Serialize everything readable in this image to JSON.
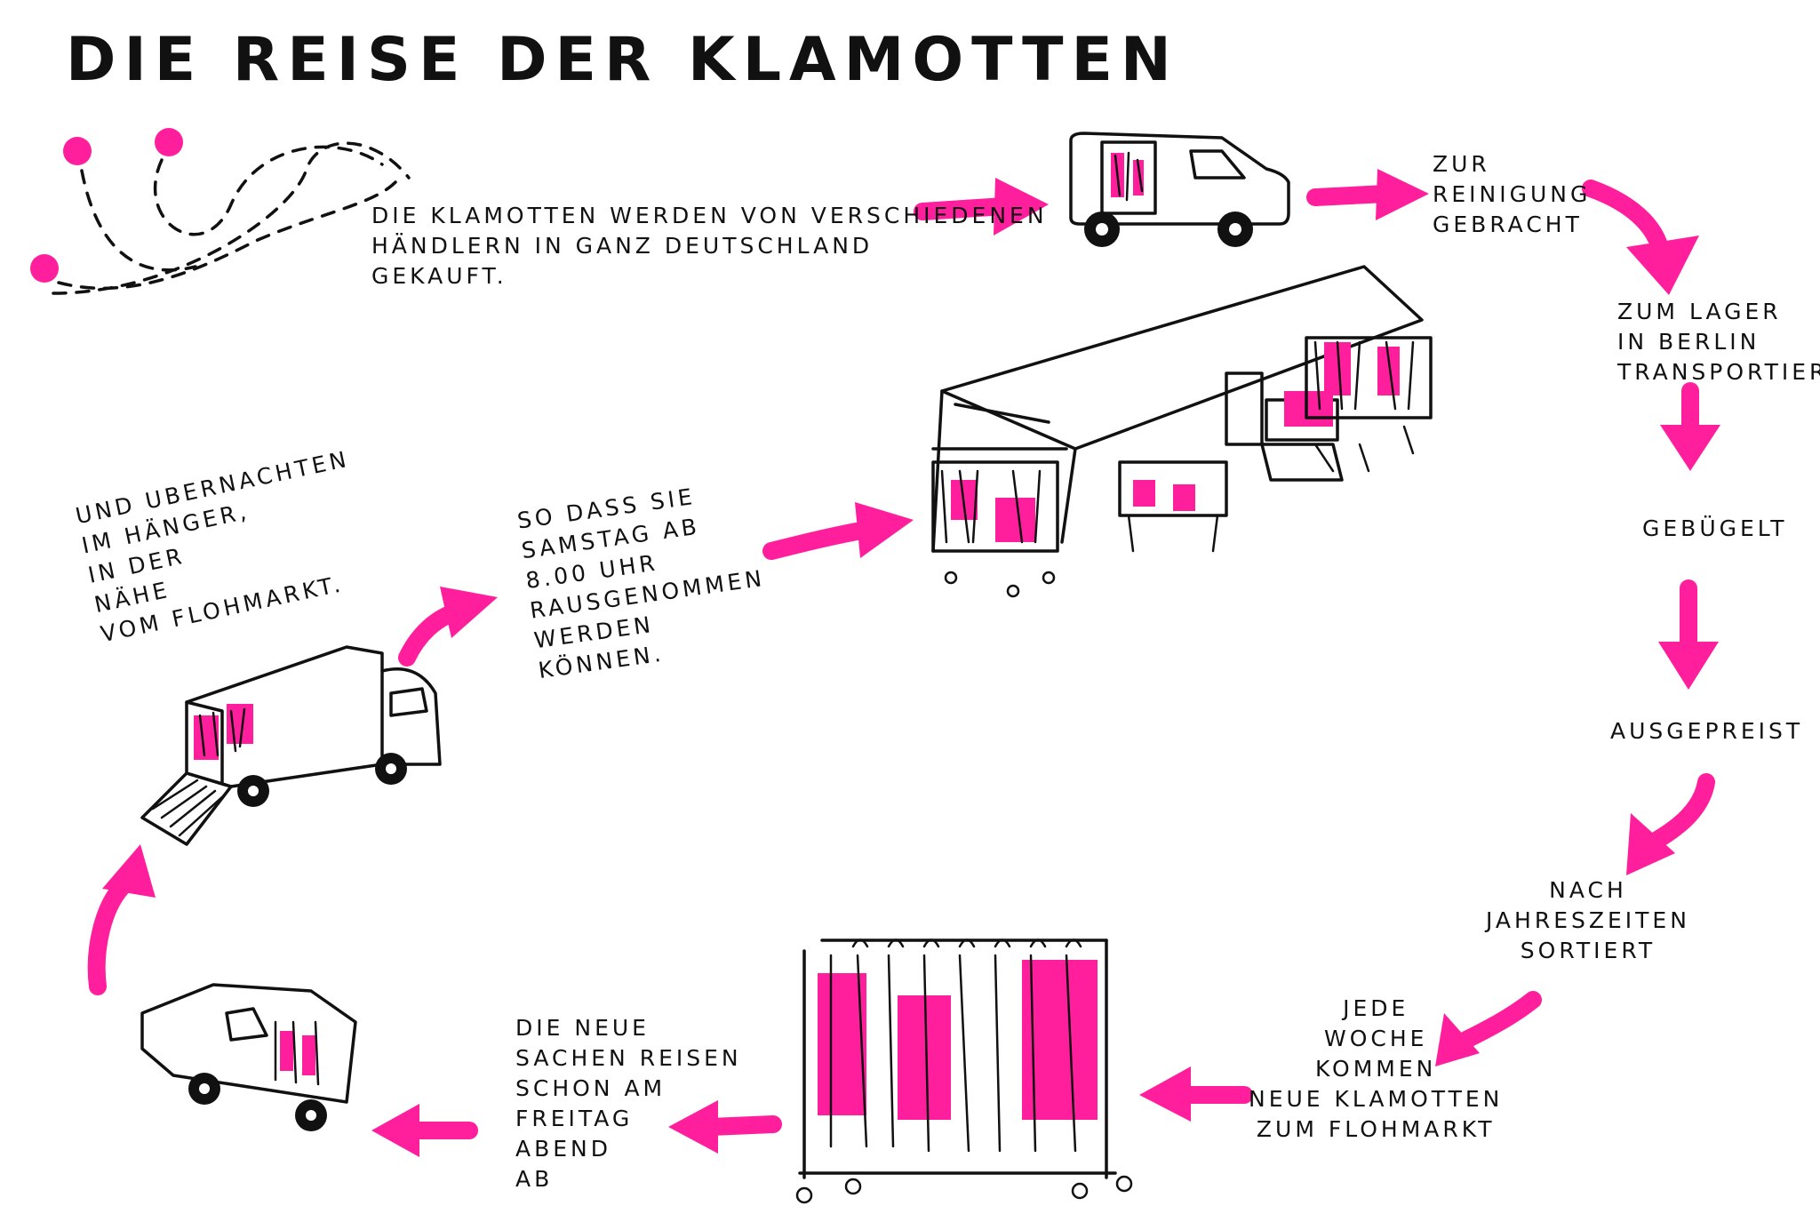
{
  "title": "Die Reise der Klamotten",
  "steps": [
    {
      "id": "gekauft",
      "lines": [
        "Die Klamotten werden von verschiedenen",
        "Händlern in ganz Deutschland",
        "gekauft."
      ]
    },
    {
      "id": "reinigung",
      "lines": [
        "zur",
        "Reinigung",
        "gebracht"
      ]
    },
    {
      "id": "lager",
      "lines": [
        "zum Lager",
        "in Berlin",
        "transportiert"
      ]
    },
    {
      "id": "gebuegelt",
      "lines": [
        "Gebügelt"
      ]
    },
    {
      "id": "ausgepreist",
      "lines": [
        "Ausgepreist"
      ]
    },
    {
      "id": "sortiert",
      "lines": [
        "nach",
        "Jahreszeiten",
        "sortiert"
      ]
    },
    {
      "id": "jede-woche",
      "lines": [
        "jede",
        "Woche",
        "kommen",
        "neue Klamotten",
        "zum Flohmarkt"
      ]
    },
    {
      "id": "freitag",
      "lines": [
        "Die neue",
        "Sachen reisen",
        "schon am",
        "Freitag",
        "Abend",
        "ab"
      ]
    },
    {
      "id": "uebernachten",
      "lines": [
        "und ubernachten",
        "im Hänger,",
        "in der",
        "Nähe",
        "vom Flohmarkt."
      ]
    },
    {
      "id": "samstag",
      "lines": [
        "so dass sie",
        "Samstag ab",
        "8.00 Uhr",
        "rausgenommen",
        "werden",
        "können."
      ]
    }
  ],
  "colors": {
    "ink": "#111111",
    "accent": "#ff1f9d",
    "paper": "#ffffff"
  },
  "icons": [
    "van-icon",
    "delivery-truck-icon",
    "market-stall-icon",
    "clothes-rack-icon",
    "dotted-path-icon"
  ]
}
